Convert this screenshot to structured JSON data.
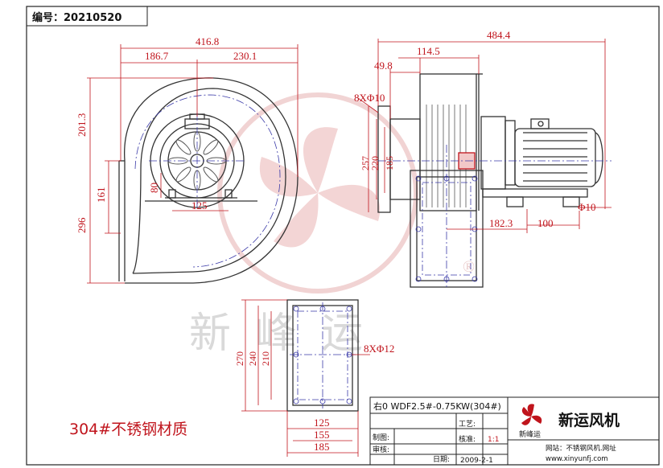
{
  "header": {
    "label": "编号：20210520"
  },
  "watermark": {
    "text": "新峰运",
    "registered": "®"
  },
  "material_note": "304#不锈钢材质",
  "front_view": {
    "overall_width": "416.8",
    "left_width": "186.7",
    "right_width": "230.1",
    "upper_height": "201.3",
    "outlet_width": "161",
    "total_height": "296",
    "inlet_dim": "80",
    "foot_dim": "125"
  },
  "side_view": {
    "overall_length": "484.4",
    "width_114": "114.5",
    "width_49": "49.8",
    "flange_holes": "8XΦ10",
    "h257": "257",
    "h220": "220",
    "h185": "185",
    "base_len": "182.3",
    "base_100": "100",
    "hole_d": "Φ10"
  },
  "flange_view": {
    "h270": "270",
    "h240": "240",
    "h210": "210",
    "holes": "8XΦ12",
    "w125": "125",
    "w155": "155",
    "w185": "185"
  },
  "title_block": {
    "model": "右0 WDF2.5#-0.75KW(304#)",
    "drawn_label": "制图:",
    "checked_label": "审核:",
    "craft_label": "工艺:",
    "approve_label": "核准:",
    "scale": "1:1",
    "date_label": "日期:",
    "date": "2009-2-1",
    "company": "新运风机",
    "brand": "新峰运",
    "website_label": "网站：不锈钢风机.网址",
    "website": "www.xinyunfj.com"
  },
  "colors": {
    "line": "#333333",
    "dim": "#c0141c",
    "watermark": "#e8c8c8",
    "center": "#3a3aa8"
  }
}
